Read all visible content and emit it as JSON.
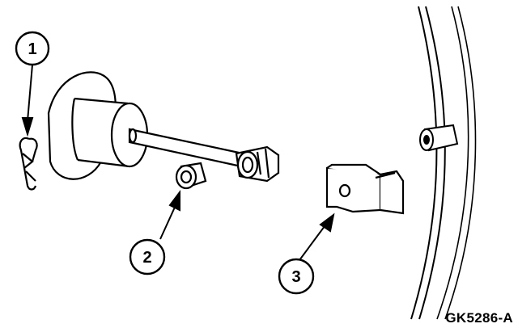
{
  "callouts": [
    {
      "number": "1"
    },
    {
      "number": "2"
    },
    {
      "number": "3"
    }
  ],
  "figure_code": "GK5286-A",
  "colors": {
    "ink": "#000000",
    "paper": "#ffffff"
  }
}
